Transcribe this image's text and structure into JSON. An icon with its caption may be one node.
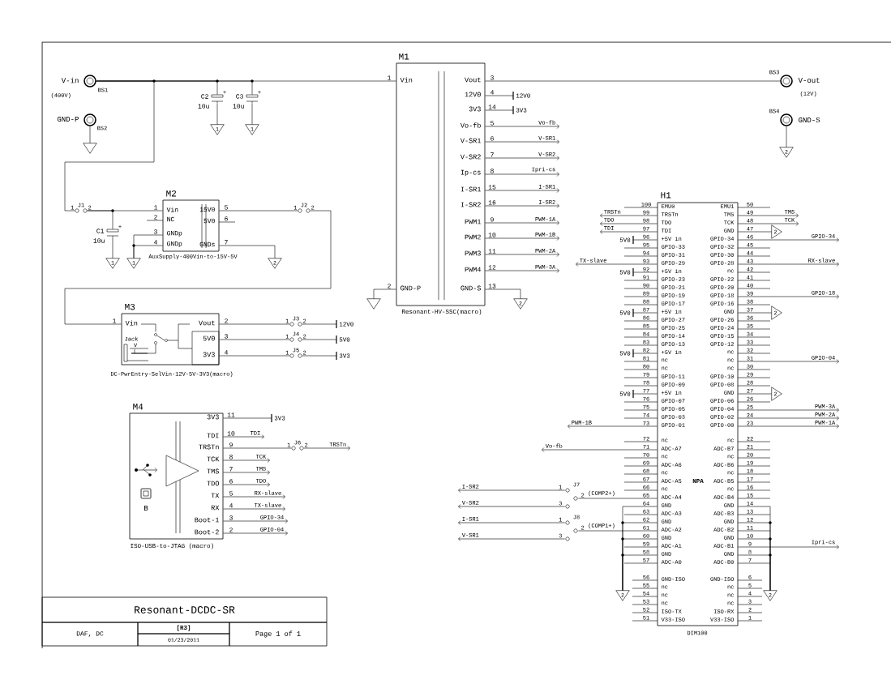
{
  "diagram": {
    "nodes": [
      {
        "text": [],
        "shape": "circle",
        "beside": [
          "V-in",
          "(400V)",
          "BS1"
        ]
      },
      {
        "text": [],
        "shape": "circle",
        "beside": [
          "GND-P",
          "BS2"
        ]
      },
      {
        "text": [],
        "shape": "triangle"
      },
      {
        "text": [
          "C2",
          "10u",
          "+"
        ]
      },
      {
        "text": [
          "C3",
          "10u",
          "+"
        ]
      },
      {
        "text": [
          "1"
        ]
      },
      {
        "text": [
          "1"
        ]
      },
      {
        "text": [
          "M1",
          "Vin",
          "GND-P",
          "Vout",
          "12V0",
          "3V3",
          "Vo-fb",
          "V-SR1",
          "V-SR2",
          "Ip-cs",
          "I-SR1",
          "I-SR2",
          "PWM1",
          "PWM2",
          "PWM3",
          "PWM4",
          "GND-S"
        ],
        "beside": [
          "Resonant-HV-SSC(macro)"
        ]
      },
      {
        "text": [],
        "shape": "triangle"
      },
      {
        "text": [
          "2"
        ]
      },
      {
        "text": [
          "12V0"
        ]
      },
      {
        "text": [
          "3V3"
        ]
      },
      {
        "text": [],
        "shape": "circle",
        "beside": [
          "BS3",
          "V-out",
          "(12V)"
        ]
      },
      {
        "text": [],
        "shape": "circle",
        "beside": [
          "BS4",
          "GND-S"
        ]
      },
      {
        "text": [
          "2"
        ]
      },
      {
        "text": [
          "J1",
          "1",
          "2"
        ]
      },
      {
        "text": [
          "C1",
          "10u",
          "+"
        ]
      },
      {
        "text": [
          "1"
        ]
      },
      {
        "text": [
          "M2",
          "Vin",
          "NC",
          "GNDp",
          "GNDp",
          "15V0",
          "5V0",
          "GNDs"
        ],
        "beside": [
          "AuxSupply-400Vin-to-15V-5V"
        ]
      },
      {
        "text": [
          "1"
        ]
      },
      {
        "text": [
          "2"
        ]
      },
      {
        "text": [
          "J2",
          "1",
          "2"
        ]
      },
      {
        "text": [
          "M3",
          "Vin",
          "Jack",
          "V",
          "Vout",
          "5V0",
          "3V3"
        ],
        "beside": [
          "DC-PwrEntry-SelVin-12V-5V-3V3(macro)"
        ]
      },
      {
        "text": [
          "J3",
          "1",
          "2"
        ]
      },
      {
        "text": [
          "J4",
          "1",
          "2"
        ]
      },
      {
        "text": [
          "J5",
          "1",
          "2"
        ]
      },
      {
        "text": [
          "12V0"
        ]
      },
      {
        "text": [
          "5V0"
        ]
      },
      {
        "text": [
          "3V3"
        ]
      },
      {
        "text": [
          "M4",
          "3V3",
          "TDI",
          "TRSTn",
          "TCK",
          "TMS",
          "TDO",
          "TX",
          "RX",
          "Boot-1",
          "Boot-2",
          "B"
        ],
        "beside": [
          "ISO-USB-to-JTAG (macro)"
        ]
      },
      {
        "text": [
          "3V3"
        ]
      },
      {
        "text": [
          "J6",
          "1",
          "2"
        ]
      },
      {
        "text": [
          "H1",
          "EMU0",
          "TRSTn",
          "TDO",
          "TDI",
          "+5V in",
          "GPIO-33",
          "GPIO-31",
          "GPIO-29",
          "+5V in",
          "GPIO-23",
          "GPIO-21",
          "GPIO-19",
          "GPIO-17",
          "+5V in",
          "GPIO-27",
          "GPIO-25",
          "GPIO-14",
          "GPIO-13",
          "+5V in",
          "nc",
          "nc",
          "GPIO-11",
          "GPIO-09",
          "+5V in",
          "GPIO-07",
          "GPIO-05",
          "GPIO-03",
          "GPIO-01",
          "nc",
          "ADC-A7",
          "nc",
          "ADC-A6",
          "nc",
          "ADC-A5",
          "nc",
          "ADC-A4",
          "GND",
          "ADC-A3",
          "GND",
          "ADC-A2",
          "GND",
          "ADC-A1",
          "GND",
          "ADC-A0",
          "GND-ISO",
          "nc",
          "nc",
          "nc",
          "ISO-TX",
          "V33-ISO",
          "EMU1",
          "TMS",
          "TCK",
          "GND",
          "GPIO-34",
          "GPIO-32",
          "GPIO-30",
          "GPIO-28",
          "nc",
          "GPIO-22",
          "GPIO-20",
          "GPIO-18",
          "GPIO-16",
          "GND",
          "GPIO-26",
          "GPIO-24",
          "GPIO-15",
          "GPIO-12",
          "nc",
          "nc",
          "nc",
          "GPIO-10",
          "GPIO-08",
          "GND",
          "GPIO-06",
          "GPIO-04",
          "GPIO-02",
          "GPIO-00",
          "nc",
          "ADC-B7",
          "nc",
          "ADC-B6",
          "nc",
          "ADC-B5",
          "nc",
          "ADC-B4",
          "GND",
          "ADC-B3",
          "GND",
          "ADC-B2",
          "GND",
          "ADC-B1",
          "GND",
          "ADC-B0",
          "GND-ISO",
          "nc",
          "nc",
          "nc",
          "ISO-RX",
          "V33-ISO",
          "NPA"
        ],
        "beside": [
          "DIM100"
        ]
      },
      {
        "text": [
          "5V0"
        ]
      },
      {
        "text": [
          "5V0"
        ]
      },
      {
        "text": [
          "5V0"
        ]
      },
      {
        "text": [
          "5V0"
        ]
      },
      {
        "text": [
          "5V0"
        ]
      },
      {
        "text": [
          "2"
        ]
      },
      {
        "text": [
          "2"
        ]
      },
      {
        "text": [
          "2"
        ]
      },
      {
        "text": [
          "J7",
          "1",
          "2",
          "3"
        ]
      },
      {
        "text": [
          "J8",
          "1",
          "2",
          "3"
        ]
      },
      {
        "text": [
          "2"
        ]
      },
      {
        "text": [
          "2"
        ]
      }
    ],
    "edges": [
      {
        "from": 0,
        "to": 7,
        "arrow": "none"
      },
      {
        "from": 0,
        "to": 3,
        "arrow": "none"
      },
      {
        "from": 0,
        "to": 4,
        "arrow": "none"
      },
      {
        "from": 0,
        "to": 15,
        "arrow": "none"
      },
      {
        "from": 1,
        "to": 2,
        "arrow": "none"
      },
      {
        "from": 3,
        "to": 5,
        "arrow": "none"
      },
      {
        "from": 4,
        "to": 6,
        "arrow": "none"
      },
      {
        "from": 7,
        "to": 8,
        "arrow": "none"
      },
      {
        "from": 7,
        "to": 9,
        "arrow": "none"
      },
      {
        "from": 7,
        "to": 10,
        "arrow": "none"
      },
      {
        "from": 7,
        "to": 11,
        "arrow": "none"
      },
      {
        "from": 7,
        "to": 12,
        "arrow": "none"
      },
      {
        "from": 7,
        "to": null,
        "arrow": "to",
        "label": "Vo-fb"
      },
      {
        "from": 7,
        "to": null,
        "arrow": "to",
        "label": "V-SR1"
      },
      {
        "from": 7,
        "to": null,
        "arrow": "to",
        "label": "V-SR2"
      },
      {
        "from": 7,
        "to": null,
        "arrow": "to",
        "label": "Ipri-cs"
      },
      {
        "from": 7,
        "to": null,
        "arrow": "to",
        "label": "I-SR1"
      },
      {
        "from": 7,
        "to": null,
        "arrow": "to",
        "label": "I-SR2"
      },
      {
        "from": 7,
        "to": null,
        "arrow": "to",
        "label": "PWM-1A"
      },
      {
        "from": 7,
        "to": null,
        "arrow": "to",
        "label": "PWM-1B"
      },
      {
        "from": 7,
        "to": null,
        "arrow": "to",
        "label": "PWM-2A"
      },
      {
        "from": 7,
        "to": null,
        "arrow": "to",
        "label": "PWM-3A"
      },
      {
        "from": 13,
        "to": 14,
        "arrow": "none"
      },
      {
        "from": 15,
        "to": 18,
        "arrow": "none"
      },
      {
        "from": 15,
        "to": 16,
        "arrow": "none"
      },
      {
        "from": 16,
        "to": 17,
        "arrow": "none"
      },
      {
        "from": 18,
        "to": 19,
        "arrow": "none"
      },
      {
        "from": 18,
        "to": 19,
        "arrow": "none"
      },
      {
        "from": 18,
        "to": 20,
        "arrow": "none"
      },
      {
        "from": 18,
        "to": 21,
        "arrow": "none"
      },
      {
        "from": 21,
        "to": 22,
        "arrow": "none"
      },
      {
        "from": 22,
        "to": 23,
        "arrow": "none"
      },
      {
        "from": 22,
        "to": 24,
        "arrow": "none"
      },
      {
        "from": 22,
        "to": 25,
        "arrow": "none"
      },
      {
        "from": 23,
        "to": 26,
        "arrow": "none"
      },
      {
        "from": 24,
        "to": 27,
        "arrow": "none"
      },
      {
        "from": 25,
        "to": 28,
        "arrow": "none"
      },
      {
        "from": 29,
        "to": 30,
        "arrow": "none"
      },
      {
        "from": 29,
        "to": null,
        "arrow": "to",
        "label": "TDI"
      },
      {
        "from": 29,
        "to": 31,
        "arrow": "none"
      },
      {
        "from": 31,
        "to": null,
        "arrow": "to",
        "label": "TRSTn"
      },
      {
        "from": 29,
        "to": null,
        "arrow": "to",
        "label": "TCK"
      },
      {
        "from": 29,
        "to": null,
        "arrow": "to",
        "label": "TMS"
      },
      {
        "from": 29,
        "to": null,
        "arrow": "to",
        "label": "TDO"
      },
      {
        "from": 29,
        "to": null,
        "arrow": "to",
        "label": "RX-slave"
      },
      {
        "from": 29,
        "to": null,
        "arrow": "to",
        "label": "TX-slave"
      },
      {
        "from": 29,
        "to": null,
        "arrow": "to",
        "label": "GPIO-34"
      },
      {
        "from": 29,
        "to": null,
        "arrow": "to",
        "label": "GPIO-04"
      },
      {
        "from": 32,
        "to": null,
        "arrow": "to",
        "label": "TRSTn"
      },
      {
        "from": 32,
        "to": null,
        "arrow": "to",
        "label": "TDO"
      },
      {
        "from": 32,
        "to": null,
        "arrow": "to",
        "label": "TDI"
      },
      {
        "from": 32,
        "to": 33,
        "arrow": "none"
      },
      {
        "from": 32,
        "to": 34,
        "arrow": "none"
      },
      {
        "from": 32,
        "to": 35,
        "arrow": "none"
      },
      {
        "from": 32,
        "to": 36,
        "arrow": "none"
      },
      {
        "from": 32,
        "to": 37,
        "arrow": "none"
      },
      {
        "from": 32,
        "to": null,
        "arrow": "to",
        "label": "TX-slave"
      },
      {
        "from": 32,
        "to": null,
        "arrow": "to",
        "label": "PWM-1B"
      },
      {
        "from": 32,
        "to": null,
        "arrow": "to",
        "label": "Vo-fb"
      },
      {
        "from": 32,
        "to": null,
        "arrow": "to",
        "label": "TMS"
      },
      {
        "from": 32,
        "to": null,
        "arrow": "to",
        "label": "TCK"
      },
      {
        "from": 32,
        "to": 38,
        "arrow": "none"
      },
      {
        "from": 32,
        "to": 39,
        "arrow": "none"
      },
      {
        "from": 32,
        "to": 40,
        "arrow": "none"
      },
      {
        "from": 32,
        "to": null,
        "arrow": "to",
        "label": "GPIO-34"
      },
      {
        "from": 32,
        "to": null,
        "arrow": "to",
        "label": "RX-slave"
      },
      {
        "from": 32,
        "to": null,
        "arrow": "to",
        "label": "GPIO-18"
      },
      {
        "from": 32,
        "to": null,
        "arrow": "to",
        "label": "GPIO-04"
      },
      {
        "from": 32,
        "to": null,
        "arrow": "to",
        "label": "PWM-3A"
      },
      {
        "from": 32,
        "to": null,
        "arrow": "to",
        "label": "PWM-2A"
      },
      {
        "from": 32,
        "to": null,
        "arrow": "to",
        "label": "PWM-1A"
      },
      {
        "from": 32,
        "to": null,
        "arrow": "to",
        "label": "Ipri-cs"
      },
      {
        "from": 41,
        "to": null,
        "arrow": "to",
        "label": "I-SR2"
      },
      {
        "from": 41,
        "to": null,
        "arrow": "to",
        "label": "V-SR2"
      },
      {
        "from": 41,
        "to": 32,
        "arrow": "none",
        "label": "(COMP2+)"
      },
      {
        "from": 42,
        "to": null,
        "arrow": "to",
        "label": "I-SR1"
      },
      {
        "from": 42,
        "to": null,
        "arrow": "to",
        "label": "V-SR1"
      },
      {
        "from": 42,
        "to": 32,
        "arrow": "none",
        "label": "(COMP1+)"
      },
      {
        "from": 32,
        "to": 43,
        "arrow": "none"
      },
      {
        "from": 32,
        "to": 43,
        "arrow": "none"
      },
      {
        "from": 32,
        "to": 43,
        "arrow": "none"
      },
      {
        "from": 32,
        "to": 43,
        "arrow": "none"
      },
      {
        "from": 32,
        "to": 44,
        "arrow": "none"
      },
      {
        "from": 32,
        "to": 44,
        "arrow": "none"
      },
      {
        "from": 32,
        "to": 44,
        "arrow": "none"
      },
      {
        "from": 32,
        "to": 44,
        "arrow": "none"
      }
    ],
    "labels": [
      "1",
      "2",
      "3",
      "4",
      "14",
      "5",
      "6",
      "7",
      "8",
      "15",
      "16",
      "9",
      "10",
      "11",
      "12",
      "13",
      "1",
      "2",
      "3",
      "4",
      "5",
      "6",
      "7",
      "1",
      "2",
      "3",
      "4",
      "11",
      "10",
      "9",
      "8",
      "7",
      "6",
      "5",
      "4",
      "3",
      "2",
      "100",
      "99",
      "98",
      "97",
      "96",
      "95",
      "94",
      "93",
      "92",
      "91",
      "90",
      "89",
      "88",
      "87",
      "86",
      "85",
      "84",
      "83",
      "82",
      "81",
      "80",
      "79",
      "78",
      "77",
      "76",
      "75",
      "74",
      "73",
      "72",
      "71",
      "70",
      "69",
      "68",
      "67",
      "66",
      "65",
      "64",
      "63",
      "62",
      "61",
      "60",
      "59",
      "58",
      "57",
      "56",
      "55",
      "54",
      "53",
      "52",
      "51",
      "50",
      "49",
      "48",
      "47",
      "46",
      "45",
      "44",
      "43",
      "42",
      "41",
      "40",
      "39",
      "38",
      "37",
      "36",
      "35",
      "34",
      "33",
      "32",
      "31",
      "30",
      "29",
      "28",
      "27",
      "26",
      "25",
      "24",
      "23",
      "22",
      "21",
      "20",
      "19",
      "18",
      "17",
      "16",
      "15",
      "14",
      "13",
      "12",
      "11",
      "10",
      "9",
      "8",
      "7",
      "6",
      "5",
      "4",
      "3",
      "2",
      "1",
      "Resonant-DCDC-SR",
      "DAF, DC",
      "[R3]",
      "01/23/2011",
      "Page 1 of 1"
    ]
  }
}
